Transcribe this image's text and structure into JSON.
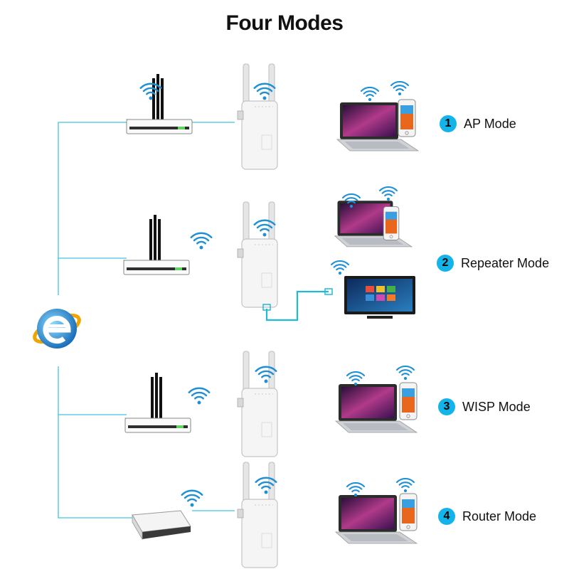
{
  "title": "Four Modes",
  "modes": [
    {
      "number": "1",
      "label": "AP Mode"
    },
    {
      "number": "2",
      "label": "Repeater Mode"
    },
    {
      "number": "3",
      "label": "WISP Mode"
    },
    {
      "number": "4",
      "label": "Router Mode"
    }
  ],
  "colors": {
    "line": "#3ec6e0",
    "badge": "#12b4ea",
    "wifi": "#1e90d6"
  },
  "icons": [
    "internet-explorer-icon",
    "router-icon",
    "modem-icon",
    "repeater-icon",
    "wifi-icon",
    "laptop-icon",
    "phone-icon",
    "tv-icon",
    "cable-icon"
  ]
}
